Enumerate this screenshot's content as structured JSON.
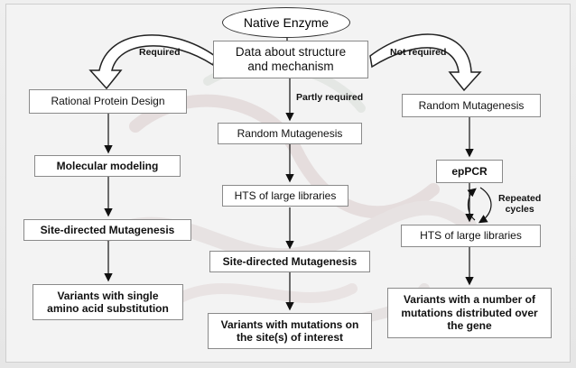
{
  "diagram": {
    "root": "Native Enzyme",
    "data_box": [
      "Data about structure",
      "and mechanism"
    ],
    "edge_labels": {
      "required": "Required",
      "not_required": "Not required",
      "partly_required": "Partly required",
      "repeated_cycles": [
        "Repeated",
        "cycles"
      ]
    },
    "left_column": {
      "rational_design": "Rational Protein Design",
      "molecular_modeling": "Molecular modeling",
      "site_directed": "Site-directed Mutagenesis",
      "variants": [
        "Variants with single",
        "amino acid substitution"
      ]
    },
    "middle_column": {
      "random_mutagenesis": "Random Mutagenesis",
      "hts": "HTS of large libraries",
      "site_directed": "Site-directed Mutagenesis",
      "variants": [
        "Variants with mutations on",
        "the site(s) of interest"
      ]
    },
    "right_column": {
      "random_mutagenesis": "Random Mutagenesis",
      "epPCR": "epPCR",
      "hts": "HTS of large libraries",
      "variants": [
        "Variants with a number of",
        "mutations distributed over",
        "the gene"
      ]
    }
  }
}
